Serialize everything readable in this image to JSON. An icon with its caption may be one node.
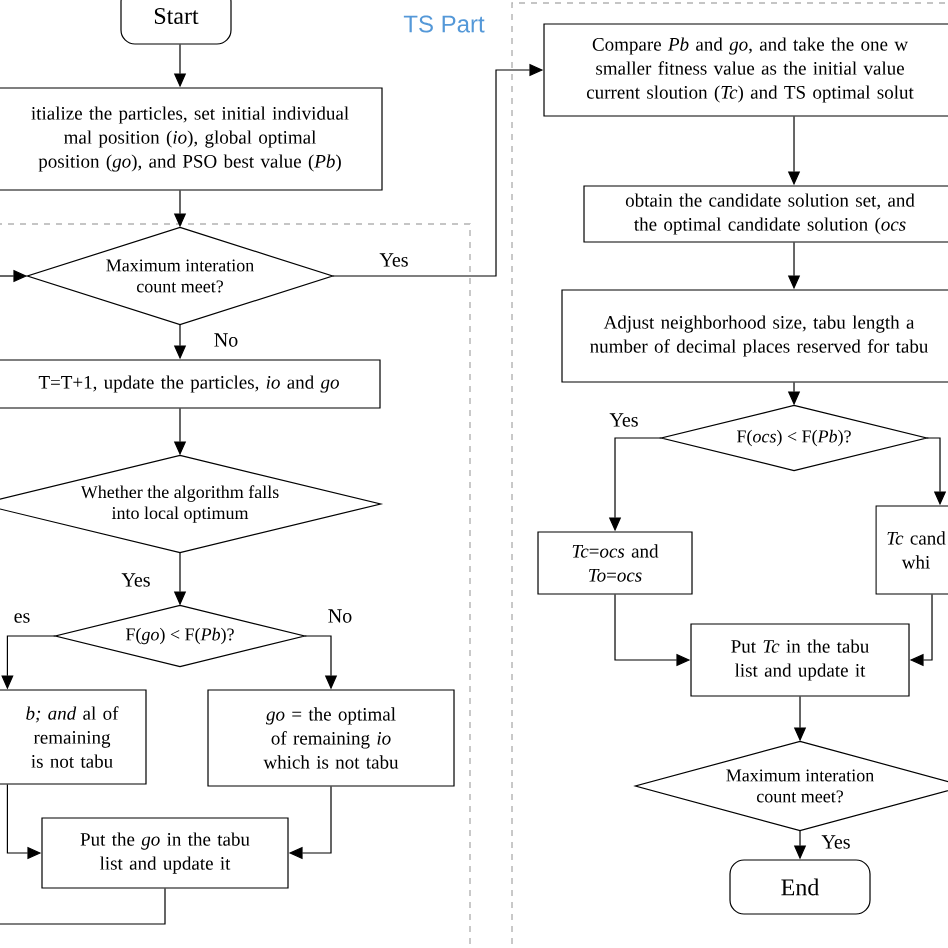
{
  "diagram": {
    "nodes": [
      {
        "text": [
          "Start"
        ]
      },
      {
        "text": [
          "itialize the particles, set initial individual mal position (*io*), global optimal position (*go*), and PSO best value (*Pb*)"
        ]
      },
      {
        "text": [
          "Maximum interation count meet?"
        ]
      },
      {
        "text": [
          "T=T+1, update the particles, *io* and *go*"
        ]
      },
      {
        "text": [
          "Whether the algorithm falls into local optimum"
        ]
      },
      {
        "text": [
          "F(*go*) < F(*Pb*)?"
        ]
      },
      {
        "text": [
          "*b; and* al of remaining is not tabu"
        ]
      },
      {
        "text": [
          "*go* = the optimal of remaining *io* which is not tabu"
        ]
      },
      {
        "text": [
          "Put the *go* in the tabu list and update it"
        ]
      },
      {
        "text": [
          "Compare *Pb* and *go*, and take the one w smaller fitness value as the initial value current sloution (*Tc*) and TS optimal solut"
        ]
      },
      {
        "text": [
          "obtain the candidate solution set, and the optimal candidate solution (*ocs*"
        ]
      },
      {
        "text": [
          "Adjust neighborhood size, tabu length a number of decimal places reserved for tabu"
        ]
      },
      {
        "text": [
          "F(*ocs*) < F(*Pb*)?"
        ]
      },
      {
        "text": [
          "*Tc*=*ocs* and *To*=*ocs*"
        ]
      },
      {
        "text": [
          "*Tc* cand whi"
        ]
      },
      {
        "text": [
          "Put *Tc* in the tabu list and update it"
        ]
      },
      {
        "text": [
          "Maximum interation count meet?"
        ]
      },
      {
        "text": [
          "End"
        ]
      }
    ],
    "edges": [
      {
        "from": 0,
        "to": 1,
        "arrow": "to"
      },
      {
        "from": 1,
        "to": 2,
        "arrow": "to"
      },
      {
        "from": null,
        "to": 2,
        "arrow": "to"
      },
      {
        "from": 2,
        "to": 9,
        "arrow": "to",
        "label": "Yes"
      },
      {
        "from": 2,
        "to": 3,
        "arrow": "to",
        "label": "No"
      },
      {
        "from": 3,
        "to": 4,
        "arrow": "to"
      },
      {
        "from": 4,
        "to": 5,
        "arrow": "to",
        "label": "Yes"
      },
      {
        "from": 5,
        "to": 6,
        "arrow": "to",
        "label": "es"
      },
      {
        "from": 5,
        "to": 7,
        "arrow": "to",
        "label": "No"
      },
      {
        "from": 6,
        "to": 8,
        "arrow": "to"
      },
      {
        "from": 7,
        "to": 8,
        "arrow": "to"
      },
      {
        "from": 8,
        "to": null,
        "arrow": "none"
      },
      {
        "from": 9,
        "to": 10,
        "arrow": "to"
      },
      {
        "from": 10,
        "to": 11,
        "arrow": "to"
      },
      {
        "from": 11,
        "to": 12,
        "arrow": "to"
      },
      {
        "from": 12,
        "to": 13,
        "arrow": "to",
        "label": "Yes"
      },
      {
        "from": 12,
        "to": 14,
        "arrow": "to"
      },
      {
        "from": 13,
        "to": 15,
        "arrow": "to"
      },
      {
        "from": 14,
        "to": 15,
        "arrow": "to"
      },
      {
        "from": 15,
        "to": 16,
        "arrow": "to"
      },
      {
        "from": 16,
        "to": 17,
        "arrow": "to",
        "label": "Yes"
      }
    ],
    "labels": [
      "TS Part"
    ]
  }
}
